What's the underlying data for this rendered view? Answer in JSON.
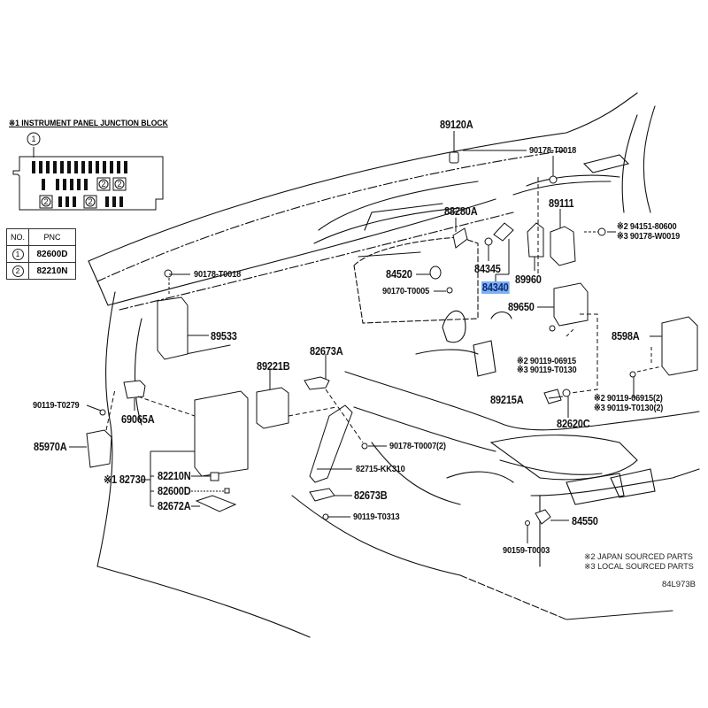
{
  "inset": {
    "title": "※1 INSTRUMENT PANEL JUNCTION BLOCK",
    "callout_1": "1",
    "callout_2": "2",
    "table_headers": [
      "NO.",
      "PNC"
    ],
    "table_rows": [
      {
        "no": "1",
        "pnc": "82600D"
      },
      {
        "no": "2",
        "pnc": "82210N"
      }
    ]
  },
  "parts": {
    "p89120A": "89120A",
    "p90178_T0018_top": "90178-T0018",
    "p88280A": "88280A",
    "p89111": "89111",
    "p94151_80600": "※2 94151-80600",
    "p90178_W0019": "※3 90178-W0019",
    "p84520": "84520",
    "p84345": "84345",
    "p89960": "89960",
    "p90170_T0005": "90170-T0005",
    "p84340": "84340",
    "p89650": "89650",
    "p90178_T0018_left": "90178-T0018",
    "p89533": "89533",
    "p8598A": "8598A",
    "p90119_06915": "※2 90119-06915",
    "p90119_T0130": "※3 90119-T0130",
    "p89221B": "89221B",
    "p82673A": "82673A",
    "p90119_T0279": "90119-T0279",
    "p69065A": "69065A",
    "p89215A": "89215A",
    "p90119_06915_2": "※2 90119-06915(2)",
    "p90119_T0130_2": "※3 90119-T0130(2)",
    "p85970A": "85970A",
    "p82620C": "82620C",
    "p90178_T0007": "90178-T0007(2)",
    "p82715_KK310": "82715-KK310",
    "p82730": "※1 82730",
    "p82210N": "82210N",
    "p82600D": "82600D",
    "p82673B": "82673B",
    "p82672A": "82672A",
    "p90119_T0313": "90119-T0313",
    "p84550": "84550",
    "p90159_T0003": "90159-T0003"
  },
  "notes": {
    "japan": "※2 JAPAN SOURCED PARTS",
    "local": "※3 LOCAL SOURCED PARTS",
    "diagram_code": "84L973B"
  },
  "highlight": {
    "part": "84340",
    "color": "#7fb0ee"
  }
}
